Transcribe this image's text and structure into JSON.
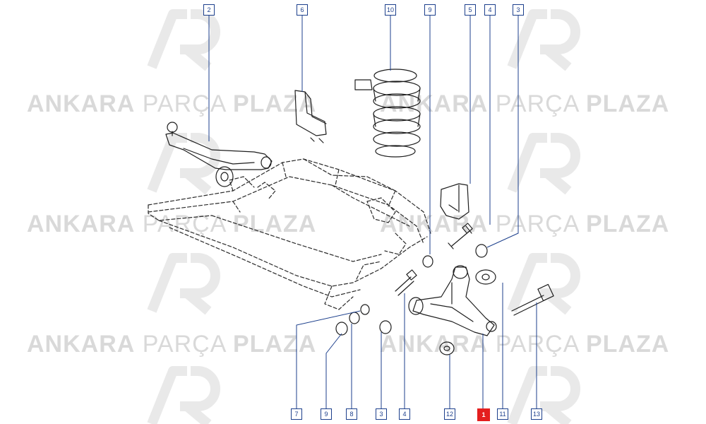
{
  "watermark": {
    "brand_bold_1": "ANKARA",
    "brand_thin": "PARÇA",
    "brand_bold_2": "PLAZA",
    "logo_color": "#e9e9e9",
    "text_color": "#d9d9d9"
  },
  "colors": {
    "line": "#1e1e1e",
    "frame_dash": "#2a2a2a",
    "callout_border": "#1c3f8c",
    "highlight": "#e41f1f"
  },
  "callouts": {
    "top": [
      "2",
      "6",
      "10",
      "9",
      "5",
      "4",
      "3"
    ],
    "bottom": [
      "7",
      "9",
      "8",
      "3",
      "4",
      "12",
      "1",
      "11",
      "13"
    ],
    "highlighted": "1"
  }
}
